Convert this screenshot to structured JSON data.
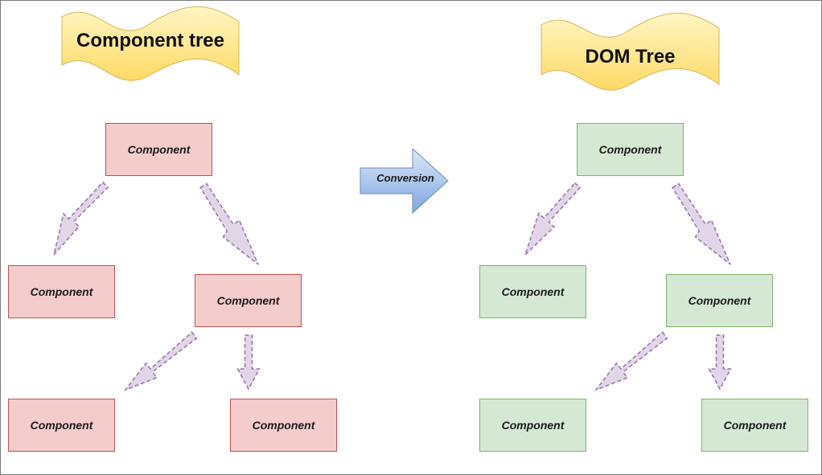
{
  "left": {
    "title": "Component tree",
    "nodes": [
      "Component",
      "Component",
      "Component",
      "Component",
      "Component"
    ]
  },
  "right": {
    "title": "DOM Tree",
    "nodes": [
      "Component",
      "Component",
      "Component",
      "Component",
      "Component"
    ]
  },
  "conversion_label": "Conversion",
  "colors": {
    "banner_fill": "#ffe17a",
    "banner_stroke": "#d6b656",
    "component_fill": "#f4cccc",
    "component_stroke": "#b85450",
    "dom_fill": "#d5e8d4",
    "dom_stroke": "#82b366",
    "edge_fill": "#e1d5e7",
    "edge_stroke": "#9673a6",
    "conversion_fill": "#a9c4eb",
    "conversion_stroke": "#6c8ebf"
  }
}
